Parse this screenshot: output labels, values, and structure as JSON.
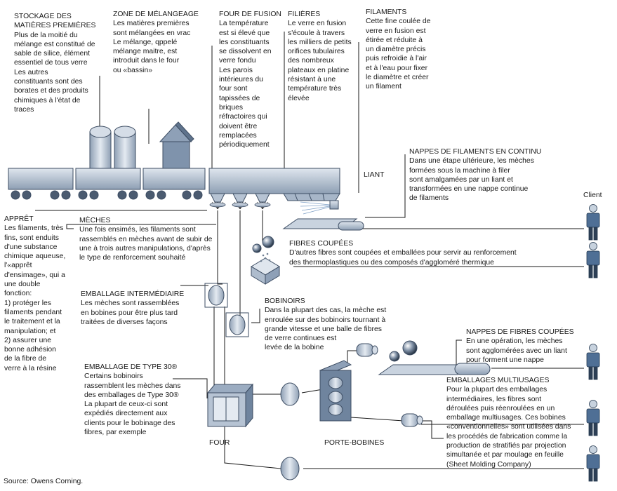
{
  "blocks": {
    "stockage": {
      "title": "STOCKAGE DES\nMATIÈRES PREMIÈRES",
      "body": "Plus de la moitié du\nmélange est constitué de\nsable de silice, élément\nessentiel de tous verre\nLes autres\nconstituants sont des\nborates et des produits\nchimiques à l'état de\ntraces"
    },
    "zone": {
      "title": "ZONE DE MÉLANGEAGE",
      "body": "Les matières premières\nsont mélangées en vrac\nLe mélange, qppelé\nmélange maitre, est\nintroduit dans le four\nou «bassin»"
    },
    "four_fusion": {
      "title": "FOUR DE FUSION",
      "body": "La température\nest si élevé que\nles constituants\nse dissolvent en\nverre fondu\nLes parois\nintérieures du\nfour sont\ntapissées de\nbriques\nréfractoires qui\ndoivent être\nremplacées\npériodiquement"
    },
    "filieres": {
      "title": "FILIÈRES",
      "body": "Le verre en fusion\ns'écoule à travers\nles milliers de petits\norifices tubulaires\ndes nombreux\nplateaux en platine\nrésistant à une\ntempérature très\nélevée"
    },
    "filaments": {
      "title": "FILAMENTS",
      "body": "Cette fine coulée de\nverre en fusion est\nétirée et réduite à\nun diamètre précis\npuis refroidie à l'air\net à l'eau pour fixer\nle diamètre et créer\nun filament"
    },
    "nappes_continu": {
      "title": "NAPPES DE FILAMENTS EN CONTINU",
      "body": "Dans une étape ultérieure, les mèches\nformées sous la machine à filer\nsont amalgamées par un liant et\ntransformées en une nappe continue\nde filaments"
    },
    "appret": {
      "title": "APPRÊT",
      "body": "Les filaments, très\nfins, sont enduits\nd'une substance\nchimique aqueuse,\nl'«apprêt\nd'ensimage», qui a\nune double\nfonction:\n1) protéger les\nfilaments pendant\nle traitement et la\nmanipulation; et\n2) assurer une\nbonne adhésion\nde la fibre de\nverre à la résine"
    },
    "meches": {
      "title": "MÈCHES",
      "body": "Une fois ensimés, les filaments sont\nrassemblés en mèches avant de subir de\nune à trois autres manipulations, d'après\nle type de renforcement souhaité"
    },
    "fibres_coupees": {
      "title": "FIBRES COUPÉES",
      "body": "D'autres fibres sont coupées et emballées pour servir au renforcement\ndes thermoplastiques ou des composés d'aggloméré thermique"
    },
    "emb_inter": {
      "title": "EMBALLAGE INTERMÉDIAIRE",
      "body": "Les mèches sont rassemblées\nen bobines pour être plus tard\ntraitées de diverses façons"
    },
    "bobinoirs": {
      "title": "BOBINOIRS",
      "body": "Dans la plupart des cas, la mèche est\nenroulée sur des bobinoirs tournant à\ngrande vitesse et une balle de fibres\nde verre continues est\nlevée de la bobine"
    },
    "type30": {
      "title": "EMBALLAGE DE TYPE 30®",
      "body": "Certains bobinoirs\nrassemblent les mèches dans\ndes emballages de Type 30®\nLa plupart de ceux-ci sont\nexpédiés directement aux\nclients pour le bobinage des\nfibres, par exemple"
    },
    "nappes_coupees": {
      "title": "NAPPES DE FIBRES COUPÉES",
      "body": "En une opération, les mèches\nsont agglomérées avec un liant\npour forment une nappe"
    },
    "multiusages": {
      "title": "EMBALLAGES MULTIUSAGES",
      "body": "Pour la plupart des emballages\nintermédiaires, les fibres sont\ndéroulées puis réenroulées en un\nemballage multiusages. Ces bobines\n«conventionnelles» sont utilisées dans\nles procédés de fabrication comme la\nproduction de stratifiés par projection\nsimultanée et par moulage en feuille\n(Sheet Molding Company)"
    }
  },
  "labels": {
    "liant": "LIANT",
    "four": "FOUR",
    "porte_bobines": "PORTE-BOBINES",
    "client": "Client"
  },
  "source": "Source: Owens Corning.",
  "colors": {
    "equipment_fill": "#b6c3d3",
    "equipment_dark": "#6b7f97",
    "equipment_stroke": "#3d4d63",
    "person_body": "#4f6f95",
    "line": "#1a1a1a"
  }
}
